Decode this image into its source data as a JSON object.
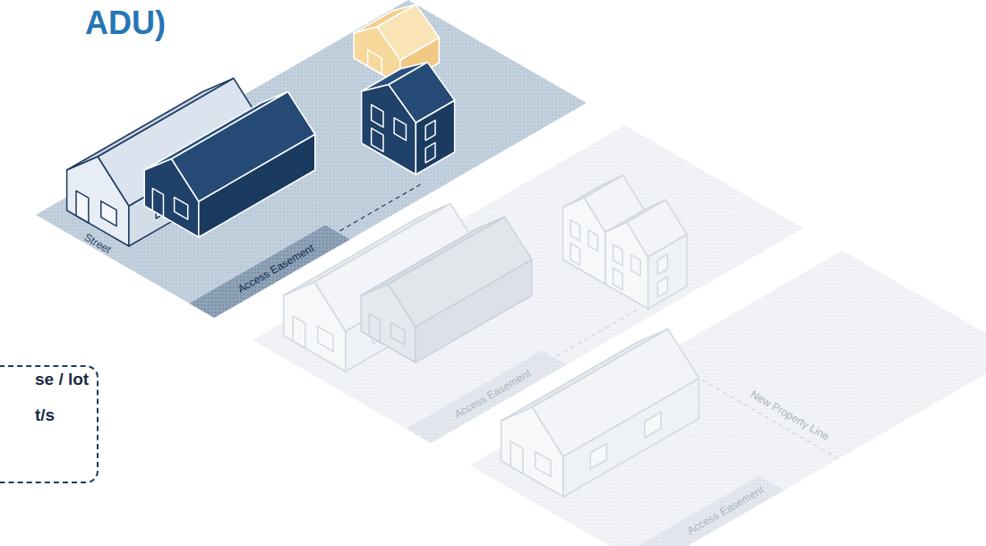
{
  "diagram": {
    "title": "ADU)",
    "nodes": [
      {
        "text": [
          "se / lot",
          "t/s"
        ]
      }
    ],
    "labels": [
      "Street",
      "Access Easement",
      "Access Easement",
      "Access Easement",
      "New Property Line"
    ]
  }
}
